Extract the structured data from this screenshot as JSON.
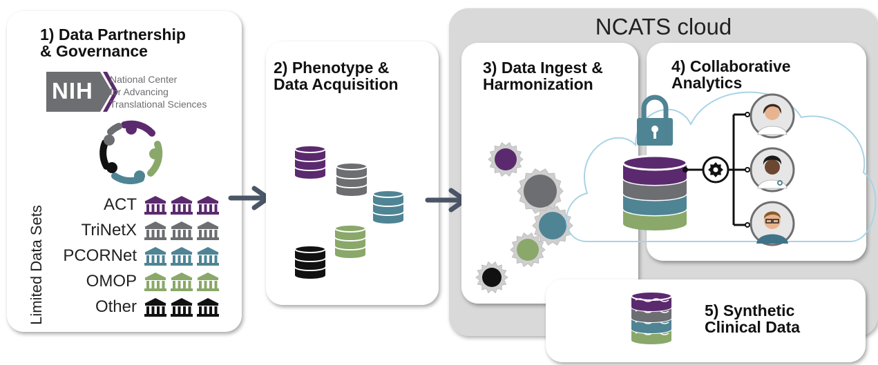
{
  "cloud": {
    "label": "NCATS cloud"
  },
  "panel1": {
    "title_line1": "1) Data Partnership",
    "title_line2": "& Governance",
    "nih": {
      "logo_text": "NIH",
      "line1": "National Center",
      "line2": "for Advancing",
      "line3": "Translational Sciences"
    },
    "side_label": "Limited Data Sets",
    "rows": [
      {
        "label": "ACT",
        "color": "#5b2a6e"
      },
      {
        "label": "TriNetX",
        "color": "#6d6e71"
      },
      {
        "label": "PCORNet",
        "color": "#4f8494"
      },
      {
        "label": "OMOP",
        "color": "#8aa86a"
      },
      {
        "label": "Other",
        "color": "#111111"
      }
    ]
  },
  "panel2": {
    "title_line1": "2) Phenotype &",
    "title_line2": "Data Acquisition"
  },
  "panel3": {
    "title_line1": "3) Data Ingest &",
    "title_line2": "Harmonization"
  },
  "panel4": {
    "title_line1": "4) Collaborative",
    "title_line2": "Analytics"
  },
  "panel5": {
    "title_line1": "5) Synthetic",
    "title_line2": "Clinical Data"
  },
  "colors": {
    "purple": "#5b2a6e",
    "gray": "#6d6e71",
    "teal": "#4f8494",
    "green": "#8aa86a",
    "black": "#111111",
    "arrow": "#4a5566"
  }
}
